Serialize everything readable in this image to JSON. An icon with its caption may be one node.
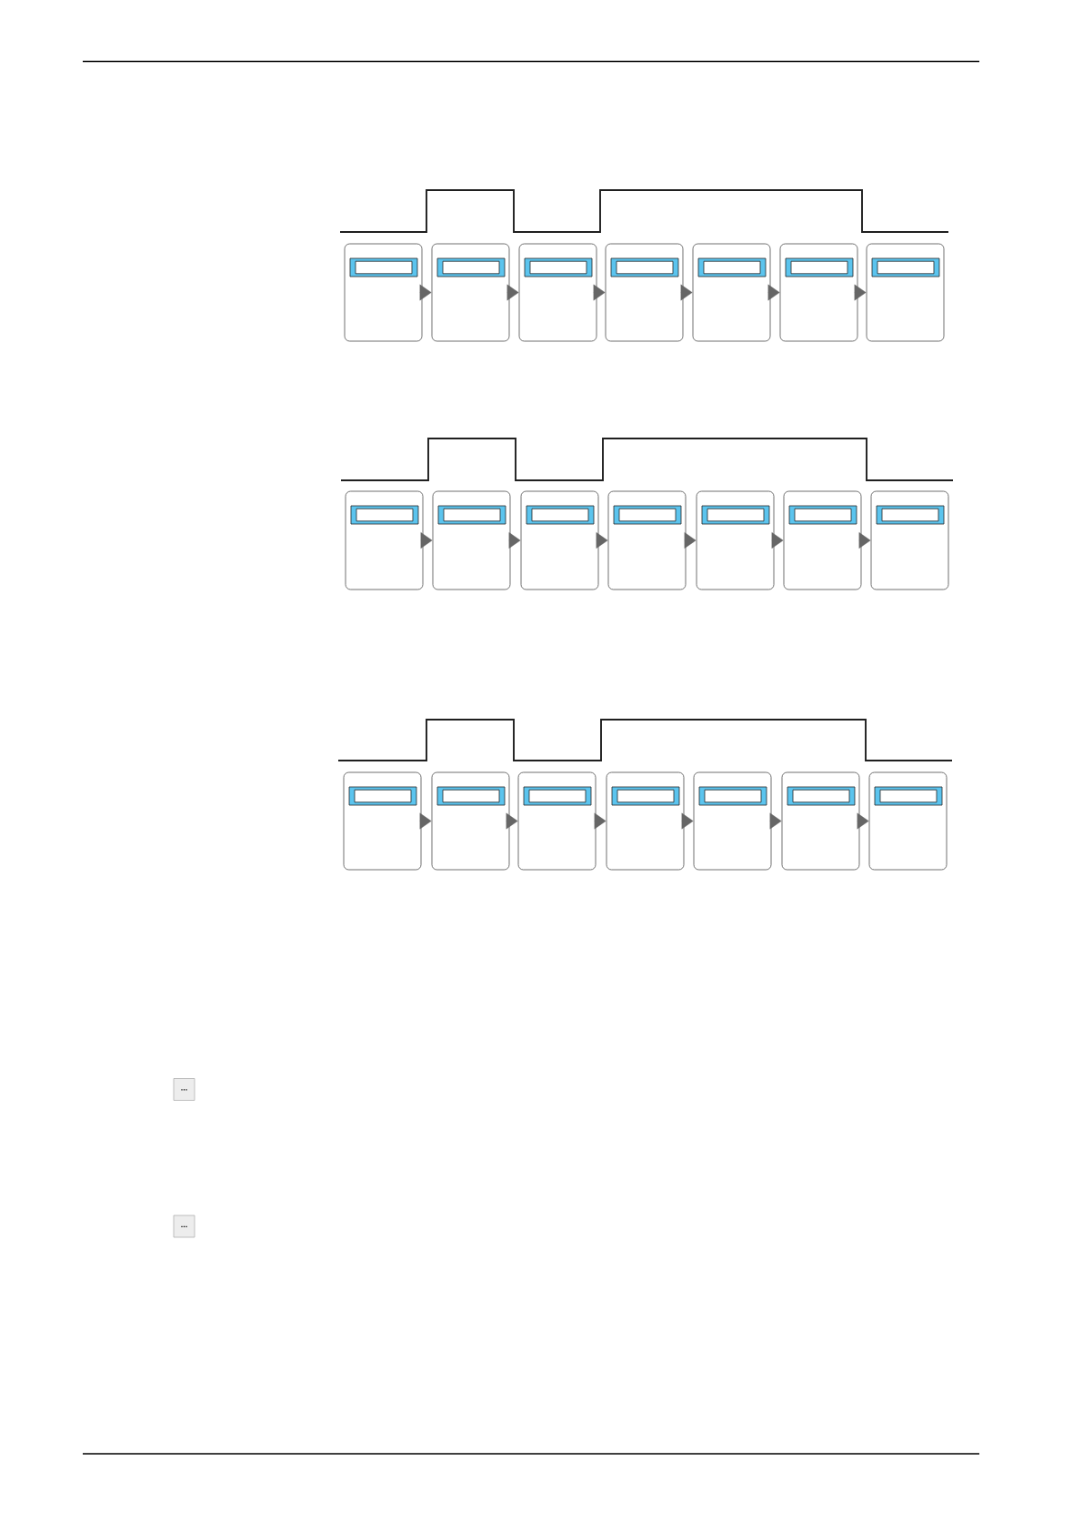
{
  "diagram": {
    "nodes": [
      {
        "text": [],
        "shape": "box"
      },
      {
        "text": [],
        "shape": "box"
      },
      {
        "text": [],
        "shape": "box"
      },
      {
        "text": [],
        "shape": "box"
      },
      {
        "text": [],
        "shape": "box"
      },
      {
        "text": [],
        "shape": "box"
      },
      {
        "text": [],
        "shape": "box"
      },
      {
        "text": [],
        "shape": "box"
      },
      {
        "text": [],
        "shape": "box"
      },
      {
        "text": [],
        "shape": "box"
      },
      {
        "text": [],
        "shape": "box"
      },
      {
        "text": [],
        "shape": "box"
      },
      {
        "text": [],
        "shape": "box"
      },
      {
        "text": [],
        "shape": "box"
      },
      {
        "text": [],
        "shape": "box"
      },
      {
        "text": [],
        "shape": "box"
      },
      {
        "text": [],
        "shape": "box"
      },
      {
        "text": [],
        "shape": "box"
      },
      {
        "text": [],
        "shape": "box"
      },
      {
        "text": [],
        "shape": "box"
      },
      {
        "text": [],
        "shape": "box"
      }
    ],
    "edges": [
      {
        "from": 0,
        "to": 1,
        "arrow": "to"
      },
      {
        "from": 1,
        "to": 2,
        "arrow": "to"
      },
      {
        "from": 2,
        "to": 3,
        "arrow": "to"
      },
      {
        "from": 3,
        "to": 4,
        "arrow": "to"
      },
      {
        "from": 4,
        "to": 5,
        "arrow": "to"
      },
      {
        "from": 5,
        "to": 6,
        "arrow": "to"
      },
      {
        "from": 7,
        "to": 8,
        "arrow": "to"
      },
      {
        "from": 8,
        "to": 9,
        "arrow": "to"
      },
      {
        "from": 9,
        "to": 10,
        "arrow": "to"
      },
      {
        "from": 10,
        "to": 11,
        "arrow": "to"
      },
      {
        "from": 11,
        "to": 12,
        "arrow": "to"
      },
      {
        "from": 12,
        "to": 13,
        "arrow": "to"
      },
      {
        "from": 14,
        "to": 15,
        "arrow": "to"
      },
      {
        "from": 15,
        "to": 16,
        "arrow": "to"
      },
      {
        "from": 16,
        "to": 17,
        "arrow": "to"
      },
      {
        "from": 17,
        "to": 18,
        "arrow": "to"
      },
      {
        "from": 18,
        "to": 19,
        "arrow": "to"
      },
      {
        "from": 19,
        "to": 20,
        "arrow": "to"
      }
    ],
    "labels": [
      "...",
      "..."
    ]
  }
}
